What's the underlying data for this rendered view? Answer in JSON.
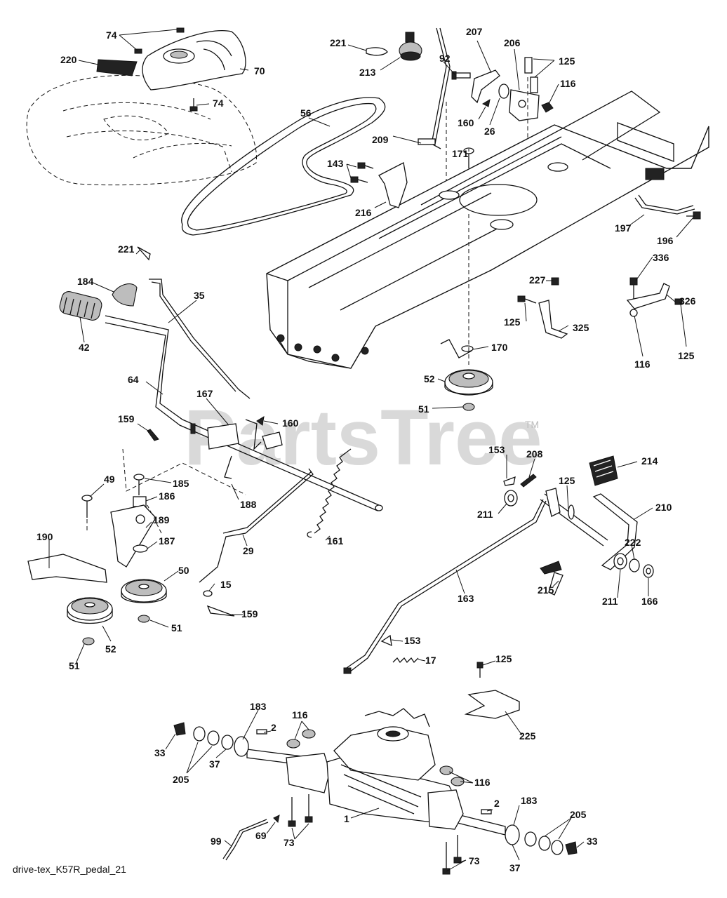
{
  "diagram": {
    "caption": "drive-tex_K57R_pedal_21",
    "watermark": "PartsTree",
    "watermark_mark": "TM",
    "callouts": [
      {
        "id": "74a",
        "text": "74"
      },
      {
        "id": "220",
        "text": "220"
      },
      {
        "id": "70",
        "text": "70"
      },
      {
        "id": "74b",
        "text": "74"
      },
      {
        "id": "221a",
        "text": "221"
      },
      {
        "id": "213",
        "text": "213"
      },
      {
        "id": "92",
        "text": "92"
      },
      {
        "id": "207",
        "text": "207"
      },
      {
        "id": "206",
        "text": "206"
      },
      {
        "id": "125a",
        "text": "125"
      },
      {
        "id": "116a",
        "text": "116"
      },
      {
        "id": "56",
        "text": "56"
      },
      {
        "id": "160a",
        "text": "160"
      },
      {
        "id": "26",
        "text": "26"
      },
      {
        "id": "209",
        "text": "209"
      },
      {
        "id": "171",
        "text": "171"
      },
      {
        "id": "143",
        "text": "143"
      },
      {
        "id": "216",
        "text": "216"
      },
      {
        "id": "197",
        "text": "197"
      },
      {
        "id": "196",
        "text": "196"
      },
      {
        "id": "221b",
        "text": "221"
      },
      {
        "id": "184",
        "text": "184"
      },
      {
        "id": "42",
        "text": "42"
      },
      {
        "id": "35",
        "text": "35"
      },
      {
        "id": "227",
        "text": "227"
      },
      {
        "id": "336",
        "text": "336"
      },
      {
        "id": "326",
        "text": "326"
      },
      {
        "id": "125b",
        "text": "125"
      },
      {
        "id": "325",
        "text": "325"
      },
      {
        "id": "116b",
        "text": "116"
      },
      {
        "id": "125c",
        "text": "125"
      },
      {
        "id": "170",
        "text": "170"
      },
      {
        "id": "52a",
        "text": "52"
      },
      {
        "id": "51a",
        "text": "51"
      },
      {
        "id": "64",
        "text": "64"
      },
      {
        "id": "167",
        "text": "167"
      },
      {
        "id": "160b",
        "text": "160"
      },
      {
        "id": "159a",
        "text": "159"
      },
      {
        "id": "153a",
        "text": "153"
      },
      {
        "id": "208",
        "text": "208"
      },
      {
        "id": "214",
        "text": "214"
      },
      {
        "id": "49",
        "text": "49"
      },
      {
        "id": "185",
        "text": "185"
      },
      {
        "id": "125d",
        "text": "125"
      },
      {
        "id": "186",
        "text": "186"
      },
      {
        "id": "188",
        "text": "188"
      },
      {
        "id": "211a",
        "text": "211"
      },
      {
        "id": "210",
        "text": "210"
      },
      {
        "id": "189",
        "text": "189"
      },
      {
        "id": "161",
        "text": "161"
      },
      {
        "id": "190",
        "text": "190"
      },
      {
        "id": "187",
        "text": "187"
      },
      {
        "id": "222",
        "text": "222"
      },
      {
        "id": "50",
        "text": "50"
      },
      {
        "id": "29",
        "text": "29"
      },
      {
        "id": "15",
        "text": "15"
      },
      {
        "id": "215",
        "text": "215"
      },
      {
        "id": "211b",
        "text": "211"
      },
      {
        "id": "166",
        "text": "166"
      },
      {
        "id": "163",
        "text": "163"
      },
      {
        "id": "159b",
        "text": "159"
      },
      {
        "id": "51b",
        "text": "51"
      },
      {
        "id": "52b",
        "text": "52"
      },
      {
        "id": "51c",
        "text": "51"
      },
      {
        "id": "153b",
        "text": "153"
      },
      {
        "id": "17",
        "text": "17"
      },
      {
        "id": "125e",
        "text": "125"
      },
      {
        "id": "183a",
        "text": "183"
      },
      {
        "id": "116c",
        "text": "116"
      },
      {
        "id": "2a",
        "text": "2"
      },
      {
        "id": "33a",
        "text": "33"
      },
      {
        "id": "225",
        "text": "225"
      },
      {
        "id": "205a",
        "text": "205"
      },
      {
        "id": "37a",
        "text": "37"
      },
      {
        "id": "116d",
        "text": "116"
      },
      {
        "id": "2b",
        "text": "2"
      },
      {
        "id": "183b",
        "text": "183"
      },
      {
        "id": "1",
        "text": "1"
      },
      {
        "id": "205b",
        "text": "205"
      },
      {
        "id": "99",
        "text": "99"
      },
      {
        "id": "69",
        "text": "69"
      },
      {
        "id": "73a",
        "text": "73"
      },
      {
        "id": "33b",
        "text": "33"
      },
      {
        "id": "73b",
        "text": "73"
      },
      {
        "id": "37b",
        "text": "37"
      }
    ]
  }
}
